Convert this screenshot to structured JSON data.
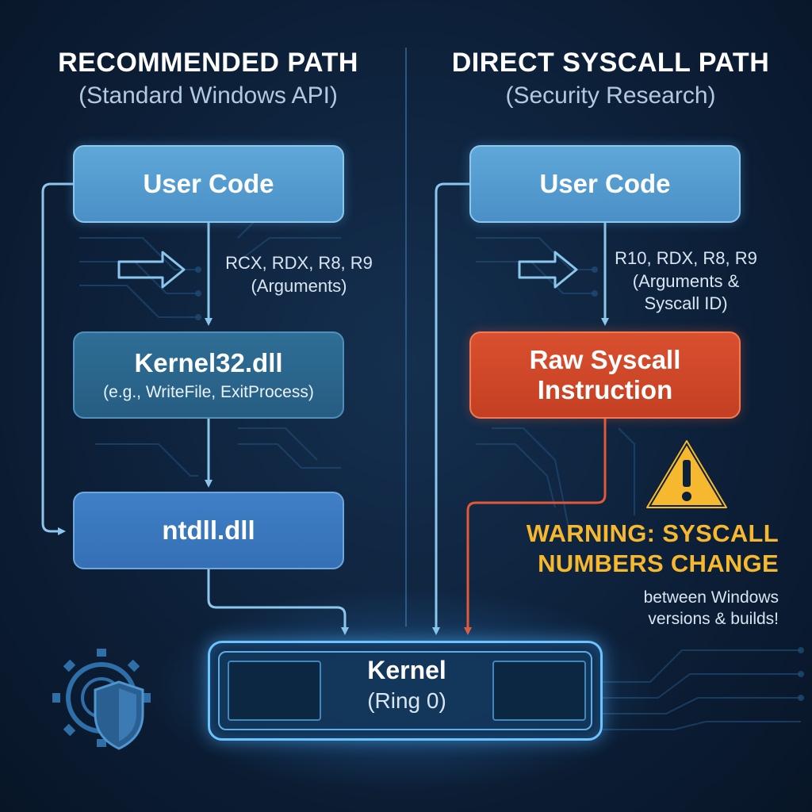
{
  "left": {
    "heading": "RECOMMENDED PATH",
    "subheading": "(Standard Windows API)",
    "user_code": "User Code",
    "args_line1": "RCX, RDX, R8, R9",
    "args_line2": "(Arguments)",
    "kernel32_title": "Kernel32.dll",
    "kernel32_sub": "(e.g., WriteFile, ExitProcess)",
    "ntdll_title": "ntdll.dll"
  },
  "right": {
    "heading": "DIRECT SYSCALL PATH",
    "subheading": "(Security Research)",
    "user_code": "User Code",
    "args_line1": "R10, RDX, R8, R9",
    "args_line2": "(Arguments &",
    "args_line3": "Syscall ID)",
    "raw_line1": "Raw Syscall",
    "raw_line2": "Instruction"
  },
  "warning": {
    "line1": "WARNING: SYSCALL",
    "line2": "NUMBERS CHANGE",
    "line3": "between Windows",
    "line4": "versions & builds!"
  },
  "kernel": {
    "title": "Kernel",
    "subtitle": "(Ring 0)"
  },
  "colors": {
    "background": "#0d2039",
    "arrow": "#8cc6ec",
    "red_arrow": "#e2583a",
    "warning": "#f5b82e",
    "kernel_border": "#6cc4ff"
  },
  "icons": {
    "arrow_hint": "double-arrow-right-icon",
    "warning": "warning-triangle-icon",
    "security": "gear-shield-icon"
  }
}
